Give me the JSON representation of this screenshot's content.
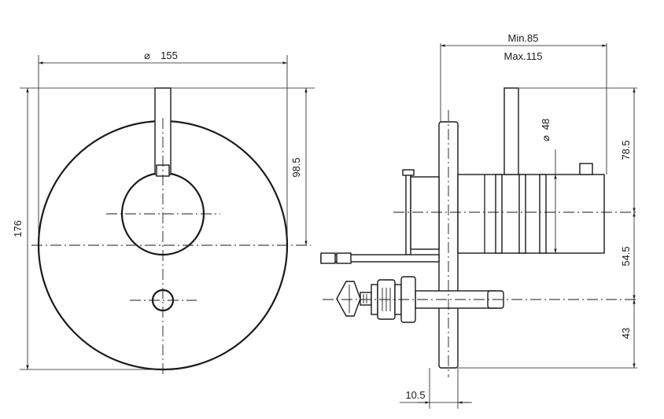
{
  "dimensions": {
    "front_diameter": "155",
    "front_height": "176",
    "front_offset": "98.5",
    "depth_min": "Min.85",
    "depth_max": "Max.115",
    "body_diameter": "48",
    "upper_height": "78.5",
    "middle_height": "54.5",
    "lower_height": "43",
    "plate_thickness": "10.5"
  },
  "symbols": {
    "diameter": "⌀"
  }
}
